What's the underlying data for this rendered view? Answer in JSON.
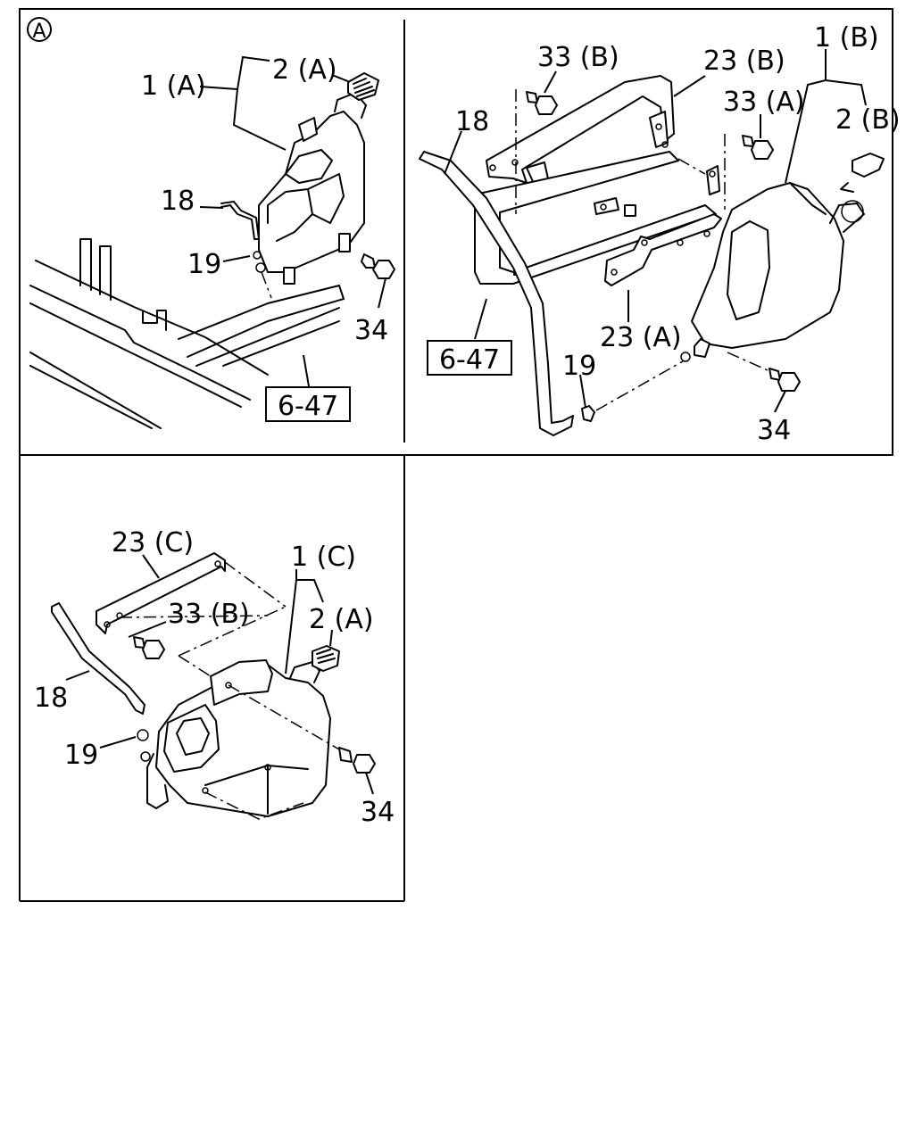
{
  "panel_a": {
    "badge": "A",
    "labels": {
      "l1": "1 (A)",
      "l2": "2 (A)",
      "l18": "18",
      "l19": "19",
      "l34": "34",
      "ref": "6-47"
    }
  },
  "panel_b": {
    "labels": {
      "l1": "1 (B)",
      "l2": "2 (B)",
      "l33b": "33 (B)",
      "l23b": "23 (B)",
      "l33a": "33 (A)",
      "l18": "18",
      "l23a": "23 (A)",
      "l19": "19",
      "l34": "34",
      "ref": "6-47"
    }
  },
  "panel_c": {
    "labels": {
      "l23c": "23 (C)",
      "l1": "1 (C)",
      "l33b": "33 (B)",
      "l2": "2 (A)",
      "l18": "18",
      "l19": "19",
      "l34": "34"
    }
  }
}
